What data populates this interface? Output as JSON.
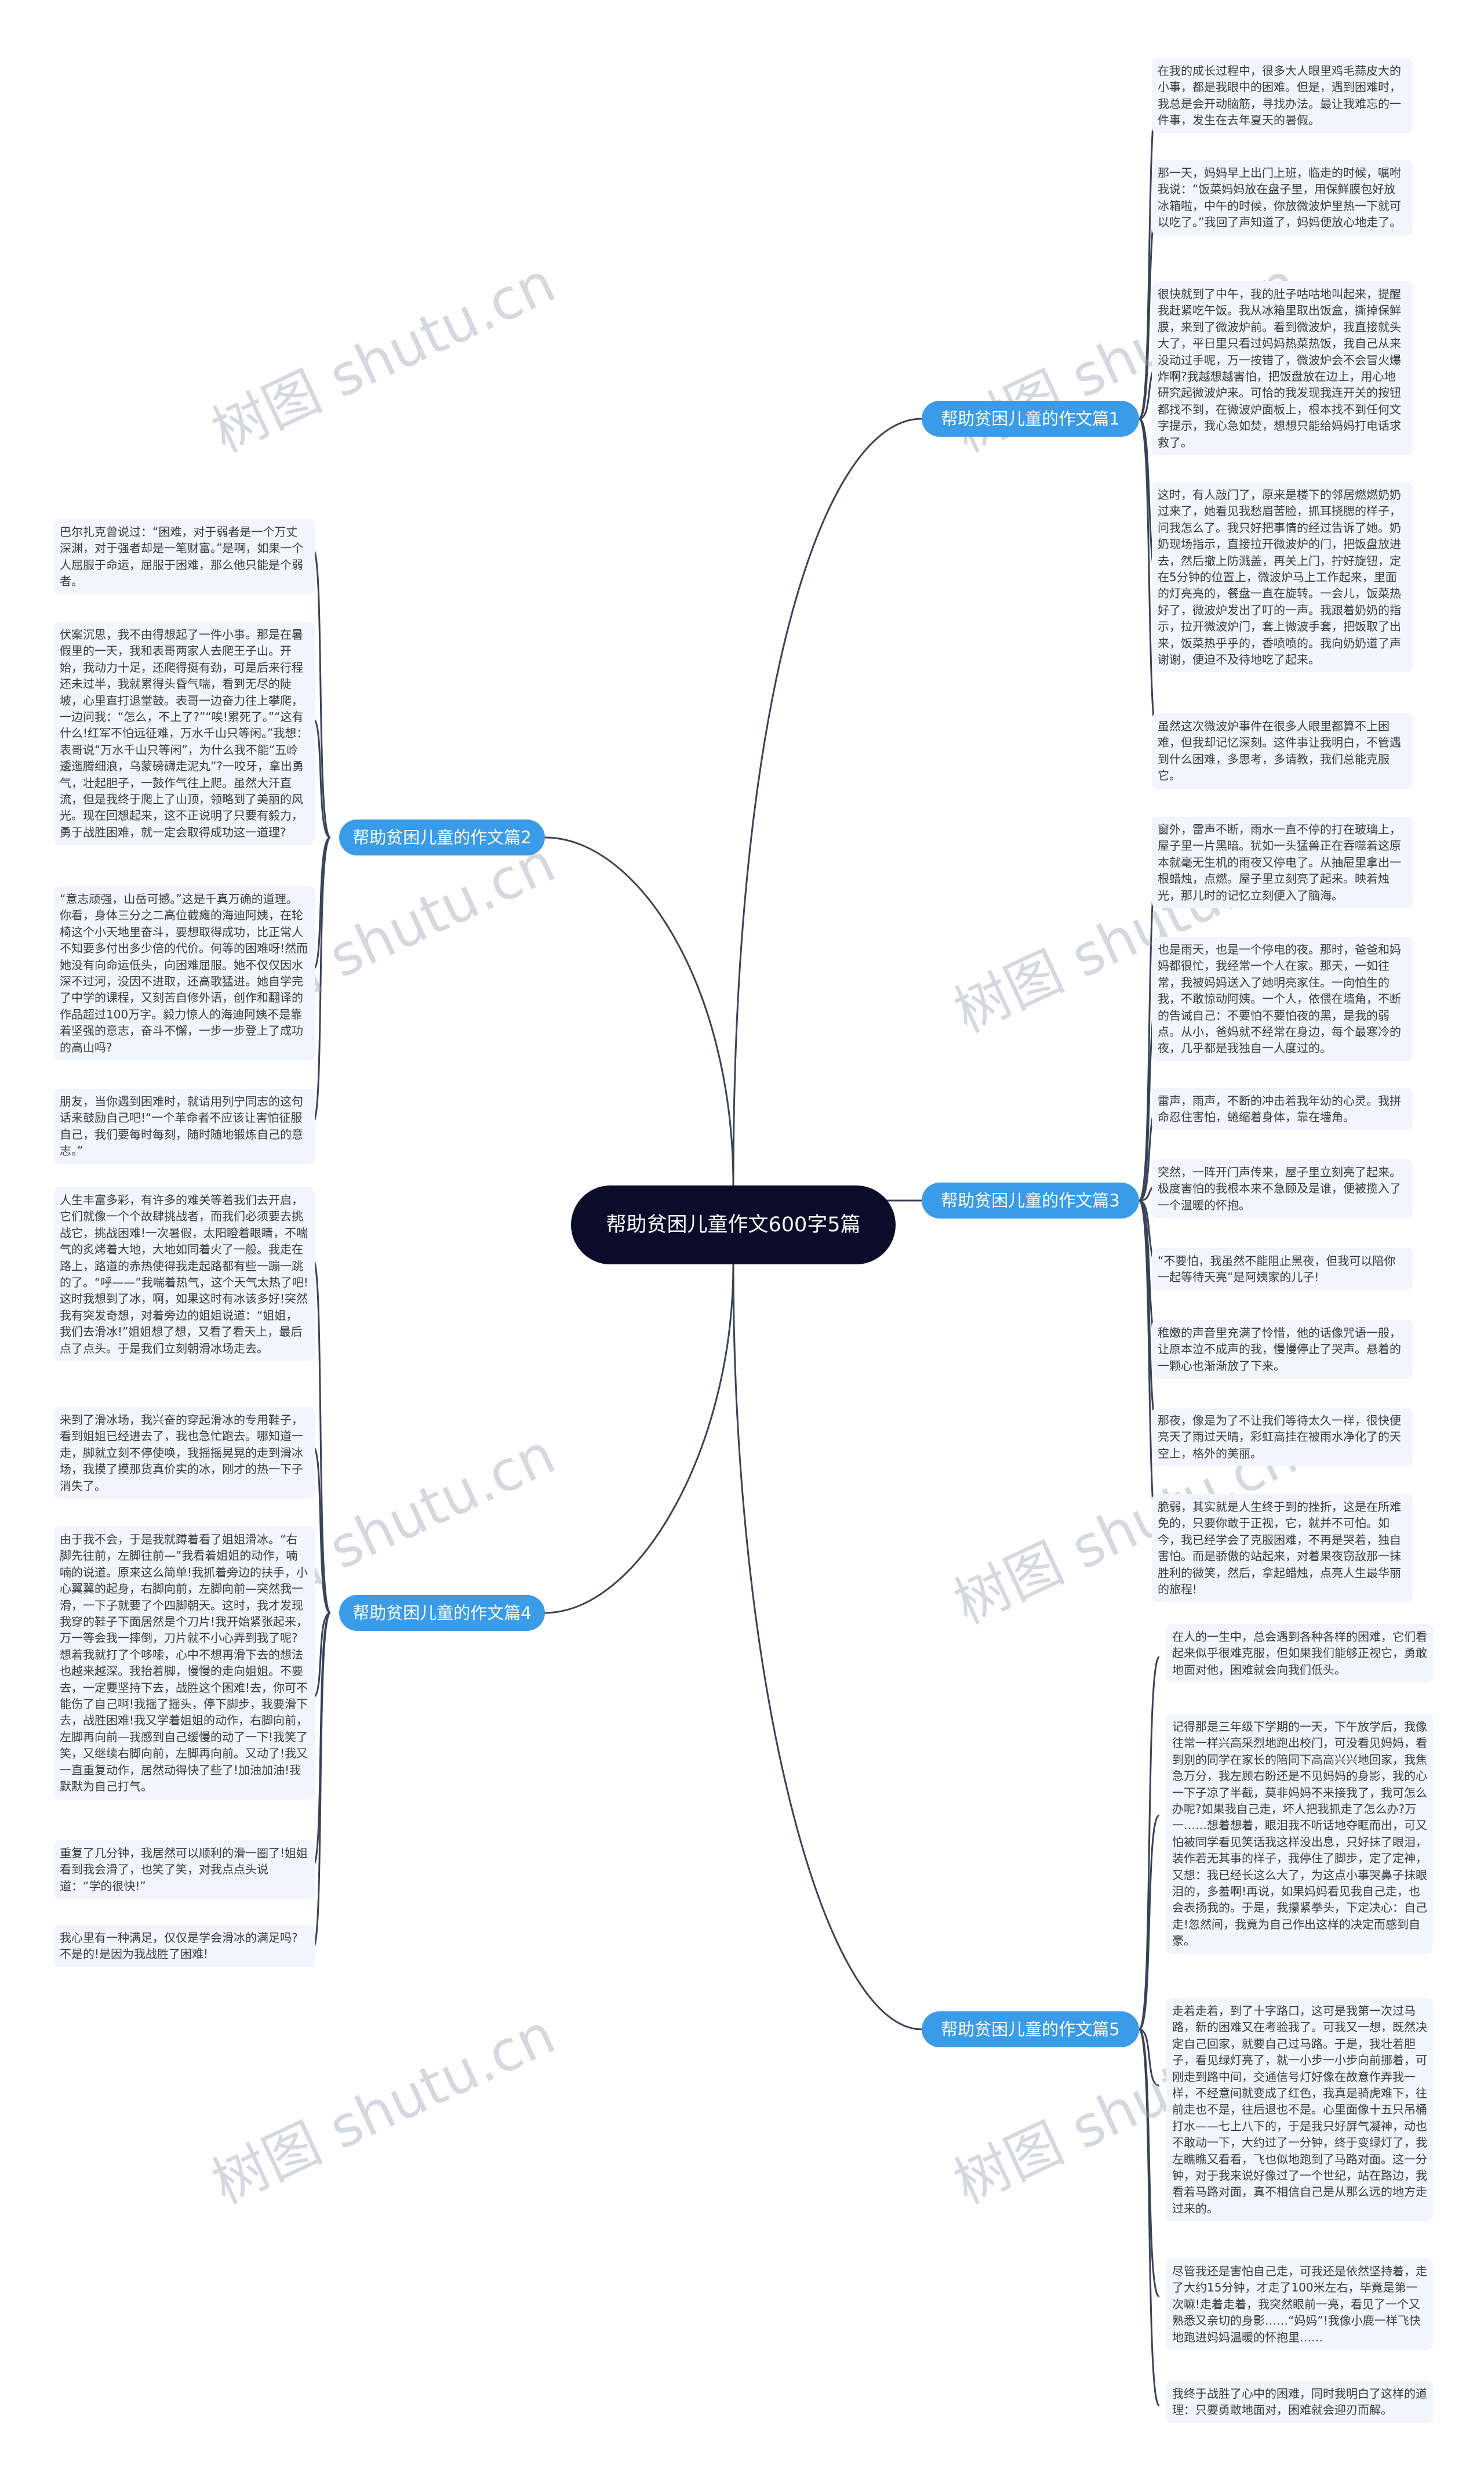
{
  "central_topic": "帮助贫困儿童作文600字5篇",
  "watermark": "树图 shutu.cn",
  "branches": [
    {
      "label": "帮助贫困儿童的作文篇1",
      "leaves": [
        "在我的成长过程中，很多大人眼里鸡毛蒜皮大的小事，都是我眼中的困难。但是，遇到困难时，我总是会开动脑筋，寻找办法。最让我难忘的一件事，发生在去年夏天的暑假。",
        "那一天，妈妈早上出门上班，临走的时候，嘱咐我说：“饭菜妈妈放在盘子里，用保鲜膜包好放冰箱啦，中午的时候，你放微波炉里热一下就可以吃了。”我回了声知道了，妈妈便放心地走了。",
        "很快就到了中午，我的肚子咕咕地叫起来，提醒我赶紧吃午饭。我从冰箱里取出饭盒，撕掉保鲜膜，来到了微波炉前。看到微波炉，我直接就头大了，平日里只看过妈妈热菜热饭，我自己从来没动过手呢，万一按错了，微波炉会不会冒火爆炸啊?我越想越害怕，把饭盘放在边上，用心地研究起微波炉来。可恰的我发现我连开关的按钮都找不到，在微波炉面板上，根本找不到任何文字提示，我心急如焚，想想只能给妈妈打电话求救了。",
        "这时，有人敲门了，原来是楼下的邻居燃燃奶奶过来了，她看见我愁眉苦脸，抓耳挠腮的样子，问我怎么了。我只好把事情的经过告诉了她。奶奶现场指示，直接拉开微波炉的门，把饭盘放进去，然后撤上防溅盖，再关上门，拧好旋钮，定在5分钟的位置上，微波炉马上工作起来，里面的灯亮亮的，餐盘一直在旋转。一会儿，饭菜热好了，微波炉发出了叮的一声。我跟着奶奶的指示，拉开微波炉门，套上微波手套，把饭取了出来，饭菜热乎乎的，香喷喷的。我向奶奶道了声谢谢，便迫不及待地吃了起来。",
        "虽然这次微波炉事件在很多人眼里都算不上困难，但我却记忆深刻。这件事让我明白，不管遇到什么困难，多思考，多请教，我们总能克服它。"
      ]
    },
    {
      "label": "帮助贫困儿童的作文篇2",
      "leaves": [
        "巴尔扎克曾说过：“困难，对于弱者是一个万丈深渊，对于强者却是一笔财富。”是啊，如果一个人屈服于命运，屈服于困难，那么他只能是个弱者。",
        "伏案沉思，我不由得想起了一件小事。那是在暑假里的一天，我和表哥两家人去爬王子山。开始，我动力十足，还爬得挺有劲，可是后来行程还未过半，我就累得头昏气喘，看到无尽的陡坡，心里直打退堂鼓。表哥一边奋力往上攀爬，一边问我：“怎么，不上了?”“唉!累死了。”“这有什么!红军不怕远征难，万水千山只等闲。”我想：表哥说“万水千山只等闲”，为什么我不能“五岭逶迤腾细浪，乌蒙磅礴走泥丸”?一咬牙，拿出勇气，壮起胆子，一鼓作气往上爬。虽然大汗直流，但是我终于爬上了山顶，领略到了美丽的风光。现在回想起来，这不正说明了只要有毅力，勇于战胜困难，就一定会取得成功这一道理?",
        "“意志顽强，山岳可撼。”这是千真万确的道理。你看，身体三分之二高位截瘫的海迪阿姨，在轮椅这个小天地里奋斗，要想取得成功，比正常人不知要多付出多少倍的代价。何等的困难呀!然而她没有向命运低头，向困难屈服。她不仅仅因水深不过河，没因不进取，还高歌猛进。她自学完了中学的课程，又刻苦自修外语，创作和翻译的作品超过100万字。毅力惊人的海迪阿姨不是靠着坚强的意志，奋斗不懈，一步一步登上了成功的高山吗?",
        "朋友，当你遇到困难时，就请用列宁同志的这句话来鼓励自己吧!“一个革命者不应该让害怕征服自己，我们要每时每刻，随时随地锻炼自己的意志。”"
      ]
    },
    {
      "label": "帮助贫困儿童的作文篇3",
      "leaves": [
        "窗外，雷声不断，雨水一直不停的打在玻璃上，屋子里一片黑暗。犹如一头猛兽正在吞噬着这原本就毫无生机的雨夜又停电了。从抽屉里拿出一根蜡烛，点燃。屋子里立刻亮了起来。映着烛光，那儿时的记忆立刻便入了脑海。",
        "也是雨天，也是一个停电的夜。那时，爸爸和妈妈都很忙，我经常一个人在家。那天，一如往常，我被妈妈送入了她明亮家住。一向怕生的我，不敢惊动阿姨。一个人，依偎在墙角，不断的告诫自己：不要怕不要怕夜的黑，是我的弱点。从小，爸妈就不经常在身边，每个最寒冷的夜，几乎都是我独自一人度过的。",
        "雷声，雨声，不断的冲击着我年幼的心灵。我拼命忍住害怕，蜷缩着身体，靠在墙角。",
        "突然，一阵开门声传来，屋子里立刻亮了起来。极度害怕的我根本来不急顾及是谁，便被揽入了一个温暖的怀抱。",
        "“不要怕，我虽然不能阻止黑夜，但我可以陪你一起等待天亮”是阿姨家的儿子!",
        "稚嫩的声音里充满了怜惜，他的话像咒语一般，让原本泣不成声的我，慢慢停止了哭声。悬着的一颗心也渐渐放了下来。",
        "那夜，像是为了不让我们等待太久一样，很快便亮天了雨过天晴，彩虹高挂在被雨水净化了的天空上，格外的美丽。",
        "脆弱，其实就是人生终于到的挫折，这是在所难免的，只要你敢于正视，它，就并不可怕。如今，我已经学会了克服困难，不再是哭着，独自害怕。而是骄傲的站起来，对着果夜窃敌那一抹胜利的微笑，然后，拿起蜡烛，点亮人生最华丽的旅程!"
      ]
    },
    {
      "label": "帮助贫困儿童的作文篇4",
      "leaves": [
        "人生丰富多彩，有许多的难关等着我们去开启，它们就像一个个故肆挑战者，而我们必须要去挑战它，挑战困难!一次暑假，太阳瞪着眼睛，不喘气的炙烤着大地，大地如同着火了一般。我走在路上，路道的赤热使得我走起路都有些一蹦一跳的了。“呼——”我喘着热气，这个天气太热了吧!这时我想到了冰，啊，如果这时有冰该多好!突然我有突发奇想，对着旁边的姐姐说道：“姐姐，我们去滑冰!”姐姐想了想，又看了看天上，最后点了点头。于是我们立刻朝滑冰场走去。",
        "来到了滑冰场，我兴奋的穿起滑冰的专用鞋子，看到姐姐已经进去了，我也急忙跑去。哪知道一走，脚就立刻不停使唤，我摇摇晃晃的走到滑冰场，我摸了摸那货真价实的冰，刚才的热一下子消失了。",
        "由于我不会，于是我就蹲着看了姐姐滑冰。“右脚先往前，左脚往前—”我看着姐姐的动作，喃喃的说道。原来这么简单!我抓着旁边的扶手，小心翼翼的起身，右脚向前，左脚向前—突然我一滑，一下子就要了个四脚朝天。这时，我才发现我穿的鞋子下面居然是个刀片!我开始紧张起来，万一等会我一摔倒，刀片就不小心弄到我了呢?想着我就打了个哆嗦，心中不想再滑下去的想法也越来越深。我抬着脚，慢慢的走向姐姐。不要去，一定要坚持下去，战胜这个困难!去，你可不能伤了自己啊!我摇了摇头，停下脚步，我要滑下去，战胜困难!我又学着姐姐的动作，右脚向前，左脚再向前—我感到自己缓慢的动了一下!我笑了笑，又继续右脚向前，左脚再向前。又动了!我又一直重复动作，居然动得快了些了!加油加油!我默默为自己打气。",
        "重复了几分钟，我居然可以顺利的滑一圈了!姐姐看到我会滑了，也笑了笑，对我点点头说道：“学的很快!”",
        "我心里有一种满足，仅仅是学会滑冰的满足吗?不是的!是因为我战胜了困难!"
      ]
    },
    {
      "label": "帮助贫困儿童的作文篇5",
      "leaves": [
        "在人的一生中，总会遇到各种各样的困难，它们看起来似乎很难克服，但如果我们能够正视它，勇敢地面对他，困难就会向我们低头。",
        "记得那是三年级下学期的一天，下午放学后，我像往常一样兴高采烈地跑出校门，可没看见妈妈，看到别的同学在家长的陪同下高高兴兴地回家，我焦急万分，我左顾右盼还是不见妈妈的身影，我的心一下子凉了半截，莫非妈妈不来接我了，我可怎么办呢?如果我自己走，坏人把我抓走了怎么办?万一……想着想着，眼泪我不听话地夺眶而出，可又怕被同学看见笑话我这样没出息，只好抹了眼泪，装作若无其事的样子，我停住了脚步，定了定神，又想：我已经长这么大了，为这点小事哭鼻子抹眼泪的，多羞啊!再说，如果妈妈看见我自己走，也会表扬我的。于是，我攥紧拳头，下定决心：自己走!忽然间，我竟为自己作出这样的决定而感到自豪。",
        "走着走着，到了十字路口，这可是我第一次过马路，新的困难又在考验我了。可我又一想，既然决定自己回家，就要自己过马路。于是，我壮着胆子，看见绿灯亮了，就一小步一小步向前挪着，可刚走到路中间，交通信号灯好像在故意作弄我一样，不经意间就变成了红色，我真是骑虎难下，往前走也不是，往后退也不是。心里面像十五只吊桶打水——七上八下的，于是我只好屏气凝神，动也不敢动一下，大约过了一分钟，终于变绿灯了，我左瞧瞧又看看，飞也似地跑到了马路对面。这一分钟，对于我来说好像过了一个世纪，站在路边，我看着马路对面，真不相信自己是从那么远的地方走过来的。",
        "尽管我还是害怕自己走，可我还是依然坚持着，走了大约15分钟，才走了100米左右，毕竟是第一次嘛!走着走着，我突然眼前一亮，看见了一个又熟悉又亲切的身影……“妈妈”!我像小鹿一样飞快地跑进妈妈温暖的怀抱里……",
        "我终于战胜了心中的困难，同时我明白了这样的道理：只要勇敢地面对，困难就会迎刃而解。"
      ]
    }
  ]
}
